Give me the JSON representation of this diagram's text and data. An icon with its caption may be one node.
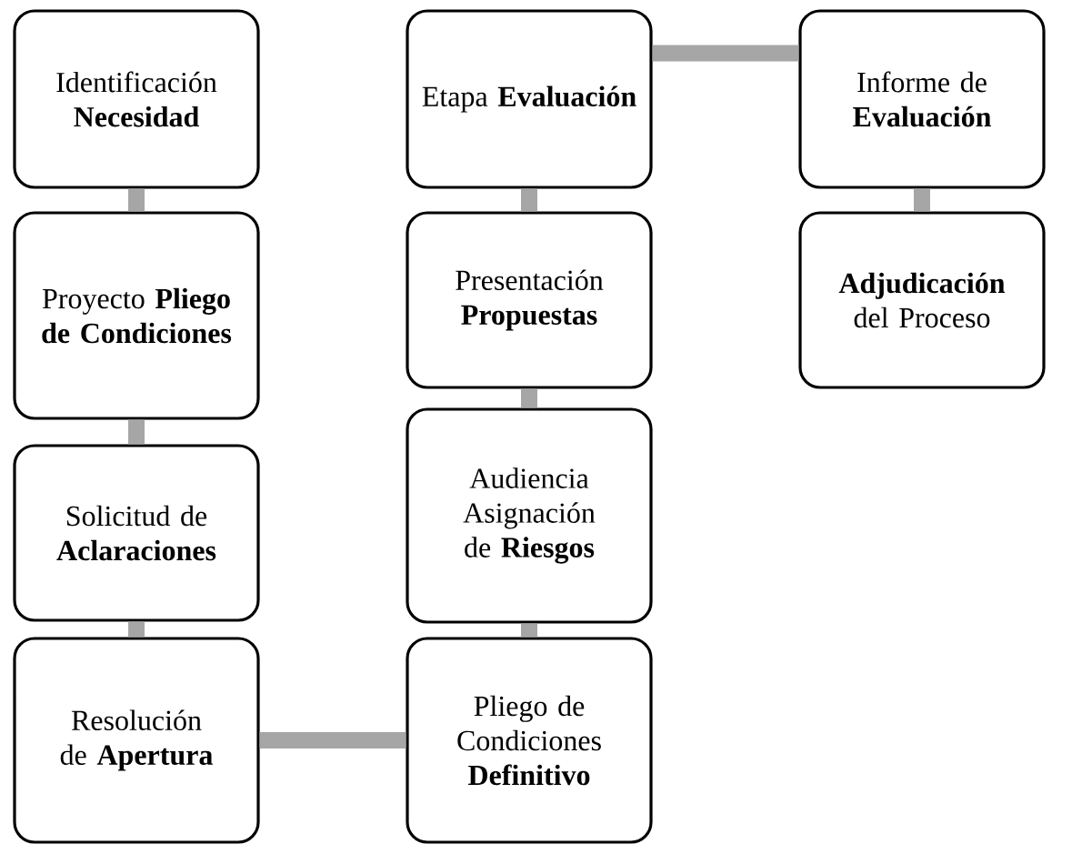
{
  "diagram": {
    "nodes": [
      {
        "text": [
          "Identificación **Necesidad**"
        ]
      },
      {
        "text": [
          "Proyecto **Pliego de Condiciones**"
        ]
      },
      {
        "text": [
          "Solicitud de **Aclaraciones**"
        ]
      },
      {
        "text": [
          "Resolución de **Apertura**"
        ]
      },
      {
        "text": [
          "Pliego de Condiciones **Definitivo**"
        ]
      },
      {
        "text": [
          "Audiencia Asignación de **Riesgos**"
        ]
      },
      {
        "text": [
          "Presentación **Propuestas**"
        ]
      },
      {
        "text": [
          "Etapa **Evaluación**"
        ]
      },
      {
        "text": [
          "Informe de **Evaluación**"
        ]
      },
      {
        "text": [
          "**Adjudicación** del Proceso"
        ]
      }
    ],
    "edges": [
      {
        "from": 0,
        "to": 1,
        "arrow": "none"
      },
      {
        "from": 1,
        "to": 2,
        "arrow": "none"
      },
      {
        "from": 2,
        "to": 3,
        "arrow": "none"
      },
      {
        "from": 3,
        "to": 4,
        "arrow": "none"
      },
      {
        "from": 4,
        "to": 5,
        "arrow": "none"
      },
      {
        "from": 5,
        "to": 6,
        "arrow": "none"
      },
      {
        "from": 6,
        "to": 7,
        "arrow": "none"
      },
      {
        "from": 7,
        "to": 8,
        "arrow": "none"
      },
      {
        "from": 8,
        "to": 9,
        "arrow": "none"
      }
    ]
  }
}
